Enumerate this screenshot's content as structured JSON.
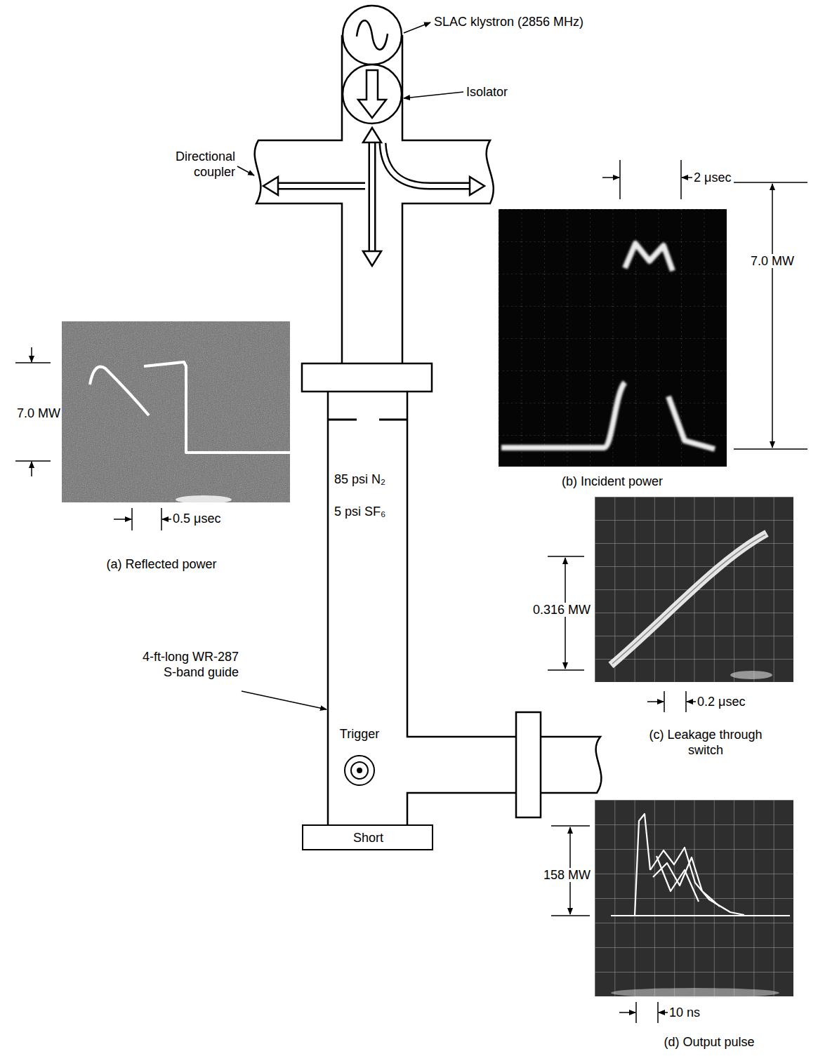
{
  "diagram": {
    "nodes": [
      {
        "text": [
          "85 psi N₂",
          "5 psi SF₆"
        ]
      },
      {
        "text": [
          "Short"
        ]
      },
      {
        "text": [
          "(a) Reflected power"
        ]
      },
      {
        "text": [
          "(b) Incident power"
        ]
      },
      {
        "text": [
          "(c) Leakage through switch"
        ]
      },
      {
        "text": [
          "(d) Output pulse"
        ]
      }
    ],
    "labels": [
      "SLAC klystron (2856 MHz)",
      "Isolator",
      "Directional coupler",
      "2 μsec",
      "7.0 MW",
      "7.0 MW",
      "0.5 μsec",
      "4-ft-long WR-287 S-band guide",
      "0.316 MW",
      "0.2 μsec",
      "Trigger",
      "158 MW",
      "10 ns"
    ]
  }
}
